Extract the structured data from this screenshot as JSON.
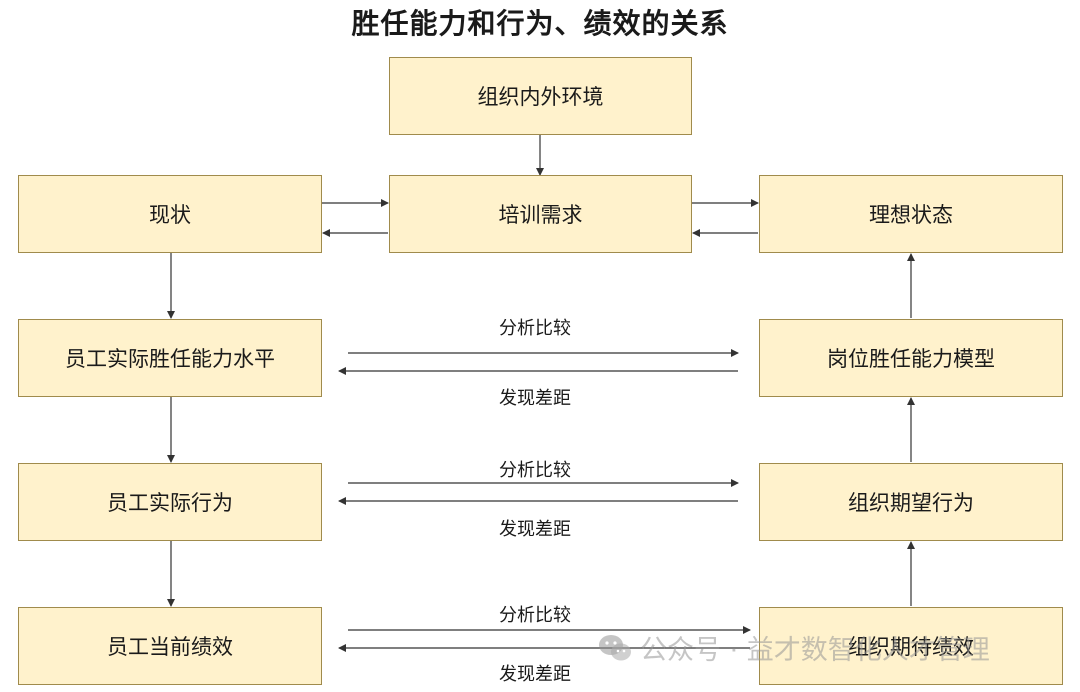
{
  "title": "胜任能力和行为、绩效的关系",
  "boxes": {
    "env": "组织内外环境",
    "status_quo": "现状",
    "training_needs": "培训需求",
    "ideal_state": "理想状态",
    "actual_competency": "员工实际胜任能力水平",
    "competency_model": "岗位胜任能力模型",
    "actual_behavior": "员工实际行为",
    "expected_behavior": "组织期望行为",
    "current_performance": "员工当前绩效",
    "expected_performance": "组织期待绩效"
  },
  "labels": {
    "analyze": "分析比较",
    "gap": "发现差距"
  },
  "watermark": {
    "text": "公众号 · 益才数智化人才管理",
    "icon": "wechat-icon"
  },
  "colors": {
    "box_fill": "#fff2cc",
    "box_border": "#a08b4c",
    "arrow": "#333333"
  }
}
